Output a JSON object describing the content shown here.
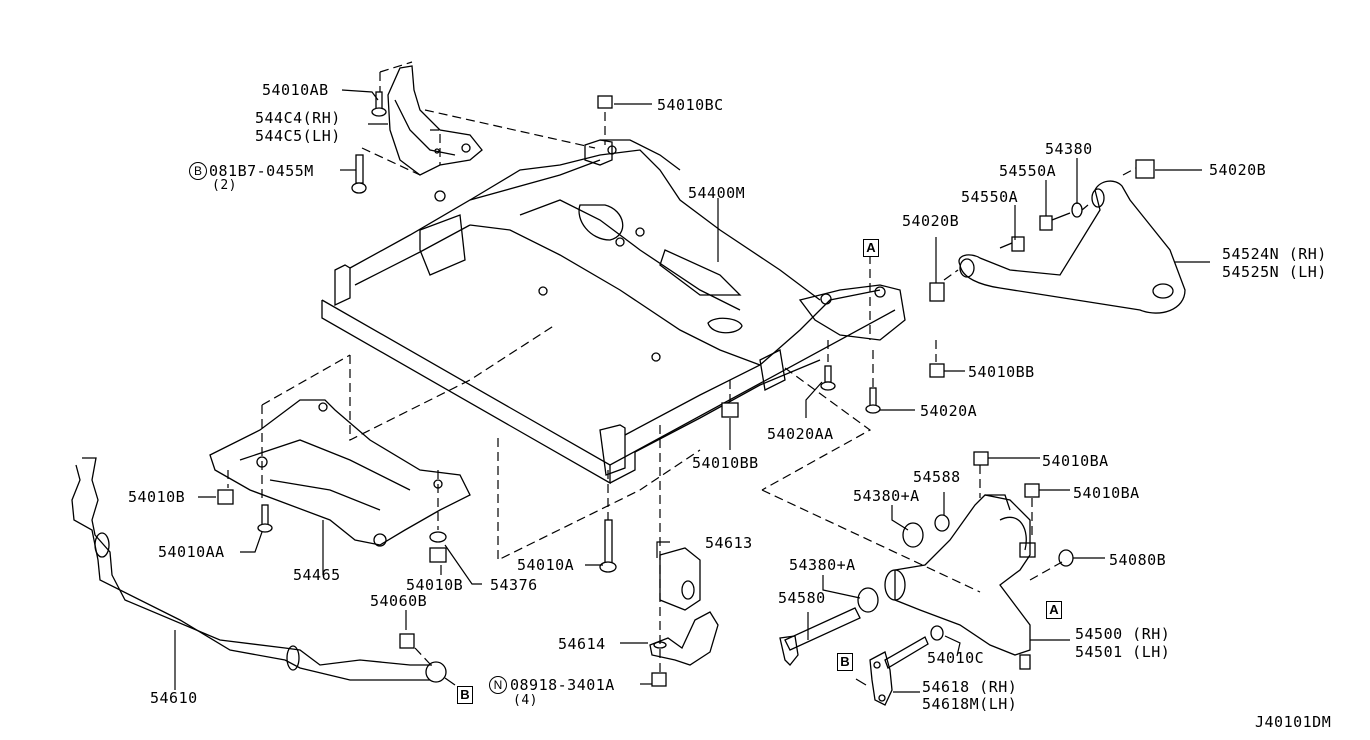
{
  "diagram": {
    "title": "Front Suspension Member / Stabilizer / Transverse Link",
    "code": "J40101DM",
    "labels": {
      "l54010AB": "54010AB",
      "l544C4": "544C4(RH)",
      "l544C5": "544C5(LH)",
      "l081B7": "081B7-0455M",
      "l081B7_qty": "(2)",
      "l081B7_prefix": "B",
      "l54010BC": "54010BC",
      "l54400M": "54400M",
      "l54380": "54380",
      "l54550A_1": "54550A",
      "l54550A_2": "54550A",
      "l54020B_1": "54020B",
      "l54020B_2": "54020B",
      "l54524N": "54524N (RH)",
      "l54525N": "54525N (LH)",
      "l54010BB_1": "54010BB",
      "l54020A": "54020A",
      "l54020AA": "54020AA",
      "l54010BB_2": "54010BB",
      "l54010BA_1": "54010BA",
      "l54010BA_2": "54010BA",
      "l54588": "54588",
      "l54380A_1": "54380+A",
      "l54380A_2": "54380+A",
      "l54080B": "54080B",
      "l54580": "54580",
      "l54500": "54500 (RH)",
      "l54501": "54501 (LH)",
      "l54010C": "54010C",
      "l54618": "54618 (RH)",
      "l54618M": "54618M(LH)",
      "l54010B_1": "54010B",
      "l54010AA": "54010AA",
      "l54465": "54465",
      "l54010B_2": "54010B",
      "l54376": "54376",
      "l54010A": "54010A",
      "l54060B": "54060B",
      "l54613": "54613",
      "l54614": "54614",
      "l08918": "08918-3401A",
      "l08918_qty": "(4)",
      "l08918_prefix": "N",
      "l54610": "54610"
    },
    "reference_marks": {
      "a_top": "A",
      "a_bottom": "A",
      "b_left": "B",
      "b_right": "B"
    }
  }
}
